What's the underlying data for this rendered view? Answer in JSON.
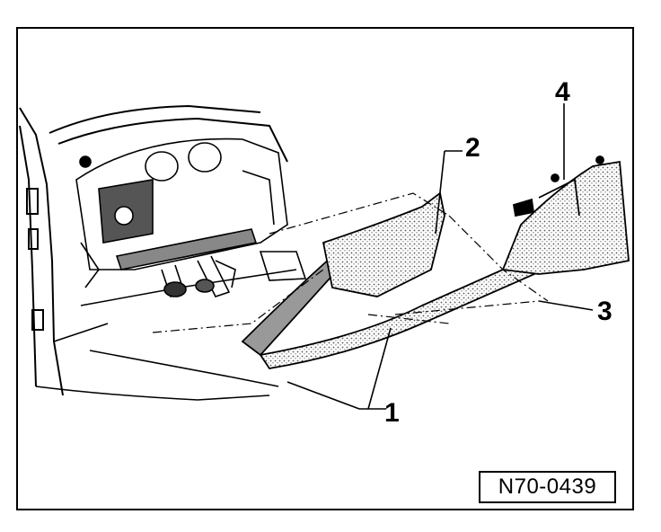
{
  "figure": {
    "reference_code": "N70-0439",
    "callouts": [
      {
        "id": "1",
        "label": "1"
      },
      {
        "id": "2",
        "label": "2"
      },
      {
        "id": "3",
        "label": "3"
      },
      {
        "id": "4",
        "label": "4"
      }
    ]
  },
  "colors": {
    "ink": "#000000",
    "paper": "#ffffff",
    "trim_fill": "#c8c8c8"
  }
}
